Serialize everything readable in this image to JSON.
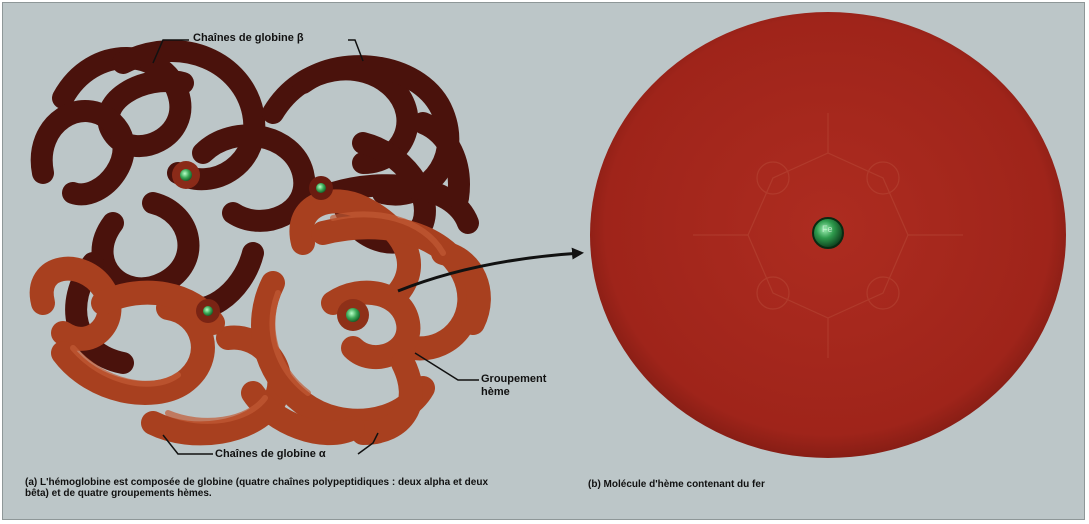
{
  "labels": {
    "beta_chains": "Chaînes de globine β",
    "alpha_chains": "Chaînes de globine α",
    "heme_group": "Groupement hème"
  },
  "captions": {
    "a": "(a) L'hémoglobine est composée de globine (quatre chaînes polypeptidiques : deux alpha et deux bêta) et de quatre groupements hèmes.",
    "b": "(b) Molécule d'hème contenant du fer"
  },
  "heme_molecule": {
    "center_atom": "Fe"
  },
  "colors": {
    "panel_background": "#bcc6c8",
    "globin_dark": "#4a120c",
    "globin_light": "#a8401f",
    "heme_disc": "#a3261c",
    "iron_atom": "#2e9a4c",
    "text": "#111111"
  }
}
